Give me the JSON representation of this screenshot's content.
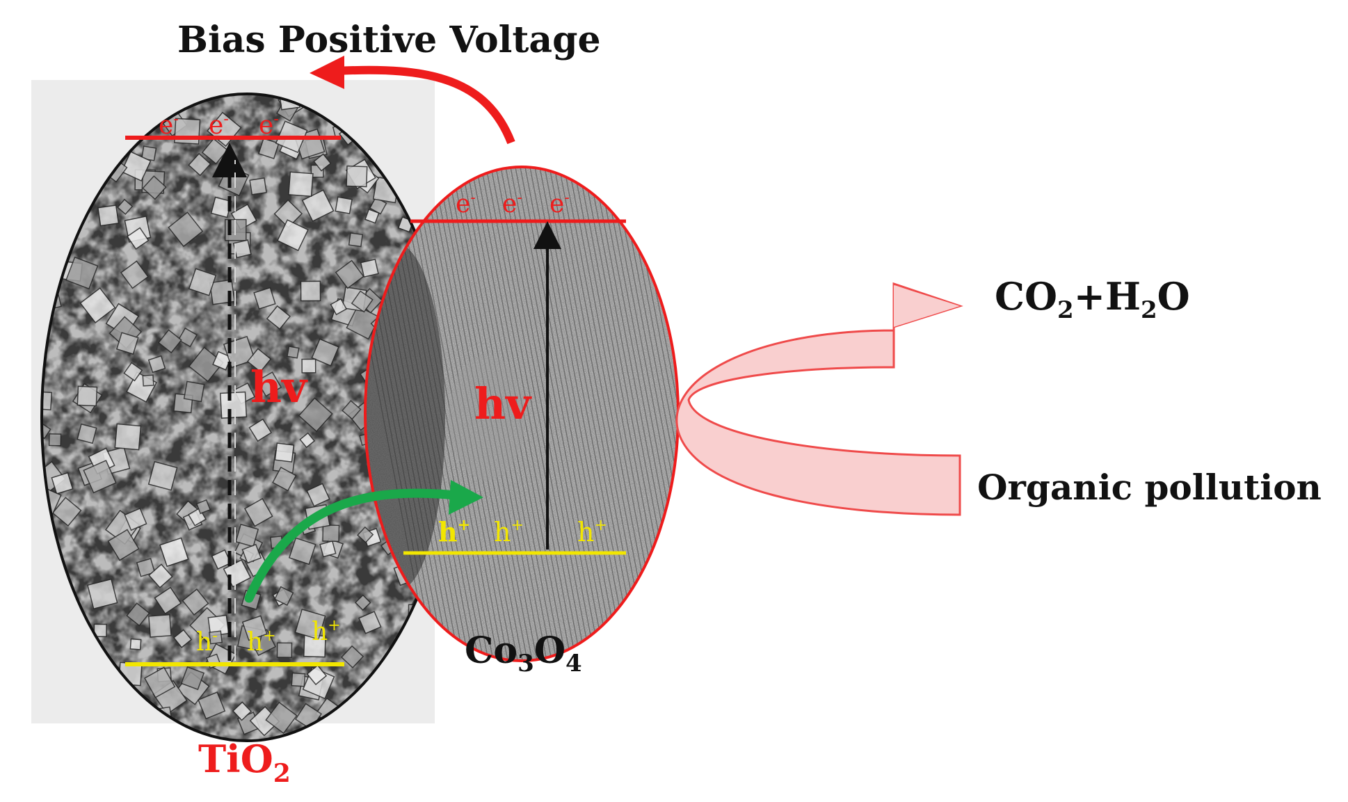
{
  "top_label": "Bias Positive Voltage",
  "tio2": {
    "label": "TiO",
    "label_sub": "2",
    "electrons": [
      "e",
      "e",
      "e"
    ],
    "electron_charge": "-",
    "holes": [
      "h",
      "h",
      "h"
    ],
    "hole_charges": [
      "-",
      "+",
      "+"
    ],
    "photon": "hv"
  },
  "co3o4": {
    "label_parts": [
      "Co",
      "3",
      "O",
      "4"
    ],
    "electrons": [
      "e",
      "e",
      "e"
    ],
    "electron_charge": "-",
    "holes": [
      "h",
      "h",
      "h"
    ],
    "hole_charge": "+",
    "photon": "hv"
  },
  "products": {
    "co2": "CO",
    "co2_sub": "2",
    "plus_h": "+H",
    "h2o_sub": "2",
    "o": "O"
  },
  "reactant": "Organic pollution",
  "colors": {
    "red": "#ee1c1c",
    "yellow": "#f2e600",
    "green": "#1aa84a",
    "black": "#111111",
    "pink_fill": "#f9cfcf",
    "pink_stroke": "#ef4a4a"
  }
}
